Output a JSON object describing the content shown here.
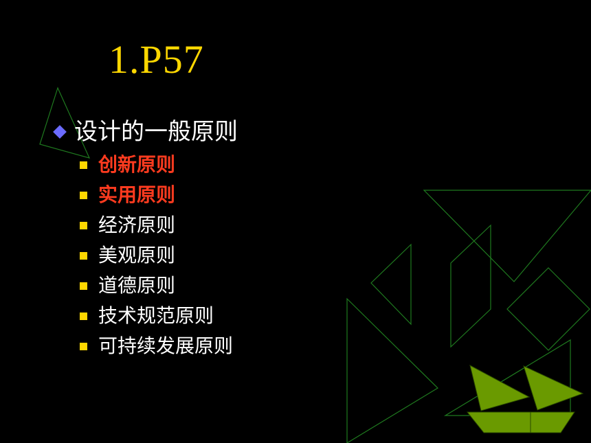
{
  "slide": {
    "title": "1.P57",
    "main_item": "设计的一般原则",
    "sub_items": [
      {
        "label": "创新原则",
        "highlight": true
      },
      {
        "label": "实用原则",
        "highlight": true
      },
      {
        "label": "经济原则",
        "highlight": false
      },
      {
        "label": "美观原则",
        "highlight": false
      },
      {
        "label": "道德原则",
        "highlight": false
      },
      {
        "label": "技术规范原则",
        "highlight": false
      },
      {
        "label": "可持续发展原则",
        "highlight": false
      }
    ]
  },
  "colors": {
    "background": "#000000",
    "title": "#ffd700",
    "text": "#ffffff",
    "highlight": "#ff3b1f",
    "outline_green": "#1f7a1f",
    "boat_green": "#6a9a00",
    "diamond_bullet": "#6b6bff",
    "square_bullet": "#ffd700"
  },
  "decoration": {
    "left": "outlined-triangle",
    "right": "tangram-outline-shapes",
    "bottom_right": "sailboat-tangram"
  }
}
